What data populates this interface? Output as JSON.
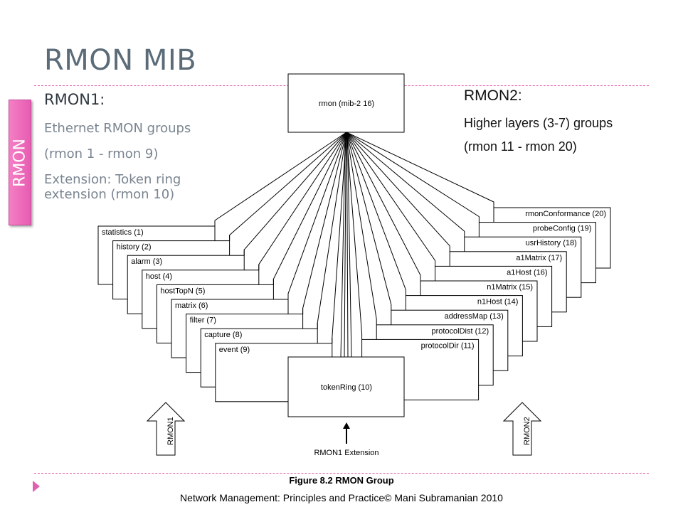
{
  "slide": {
    "title": "RMON MIB",
    "side_tab": "RMON",
    "rmon1": {
      "heading": "RMON1:",
      "lines": [
        "Ethernet RMON groups",
        "(rmon 1 - rmon 9)",
        "Extension: Token ring extension (rmon 10)"
      ]
    },
    "rmon2": {
      "heading": "RMON2:",
      "lines": [
        "Higher layers (3-7) groups",
        "(rmon 11 - rmon 20)"
      ]
    },
    "caption": "Figure 8.2  RMON Group",
    "footer": "Network Management: Principles and Practice© Mani Subramanian 2010",
    "accent_color": "#e060b0",
    "bullet_icon": "triangle-bullet-icon"
  },
  "diagram": {
    "root": "rmon (mib-2 16)",
    "center": "tokenRing (10)",
    "left_groups": [
      "statistics (1)",
      "history (2)",
      "alarm (3)",
      "host (4)",
      "hostTopN (5)",
      "matrix (6)",
      "filter (7)",
      "capture (8)",
      "event (9)"
    ],
    "right_groups": [
      "rmonConformance (20)",
      "probeConfig (19)",
      "usrHistory (18)",
      "a1Matrix (17)",
      "a1Host (16)",
      "n1Matrix (15)",
      "n1Host (14)",
      "addressMap (13)",
      "protocolDist (12)",
      "protocolDir (11)"
    ],
    "arrow_labels": {
      "left": "RMON1",
      "center": "RMON1 Extension",
      "right": "RMON2"
    }
  }
}
